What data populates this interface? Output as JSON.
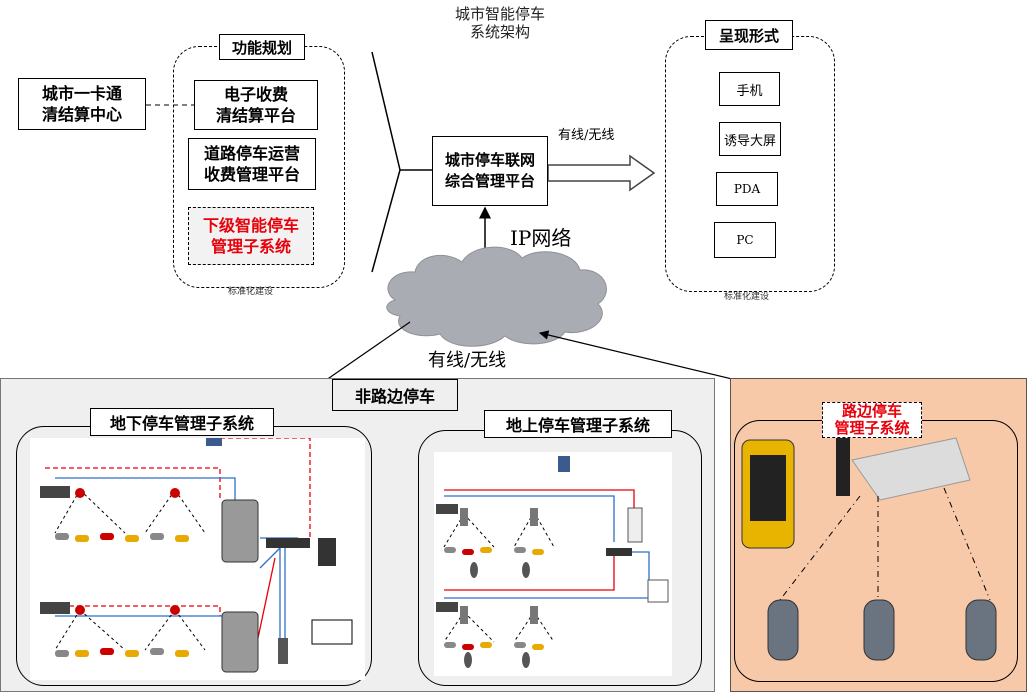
{
  "title": {
    "line1": "城市智能停车",
    "line2": "系统架构"
  },
  "functional": {
    "header": "功能规划",
    "clearing_center": {
      "line1": "城市一卡通",
      "line2": "清结算中心"
    },
    "e_toll": {
      "line1": "电子收费",
      "line2": "清结算平台"
    },
    "road_ops": {
      "line1": "道路停车运营",
      "line2": "收费管理平台"
    },
    "sub_system": {
      "line1": "下级智能停车",
      "line2": "管理子系统"
    },
    "footer": "标准化建设"
  },
  "center": {
    "line1": "城市停车联网",
    "line2": "综合管理平台"
  },
  "link_to_display": "有线/无线",
  "ip_network": "IP网络",
  "cloud_label": "有线/无线",
  "presentation": {
    "header": "呈现形式",
    "items": [
      "手机",
      "诱导大屏",
      "PDA",
      "PC"
    ],
    "footer": "标准化建设"
  },
  "offroad": {
    "header": "非路边停车",
    "underground": {
      "title": "地下停车管理子系统"
    },
    "aboveground": {
      "title": "地上停车管理子系统"
    }
  },
  "roadside": {
    "title_line1": "路边停车",
    "title_line2": "管理子系统"
  },
  "colors": {
    "accent_red": "#e8000b",
    "roadside_bg": "#f8c9a8",
    "offroad_bg": "#efefef",
    "cloud": "#a9adb3"
  }
}
